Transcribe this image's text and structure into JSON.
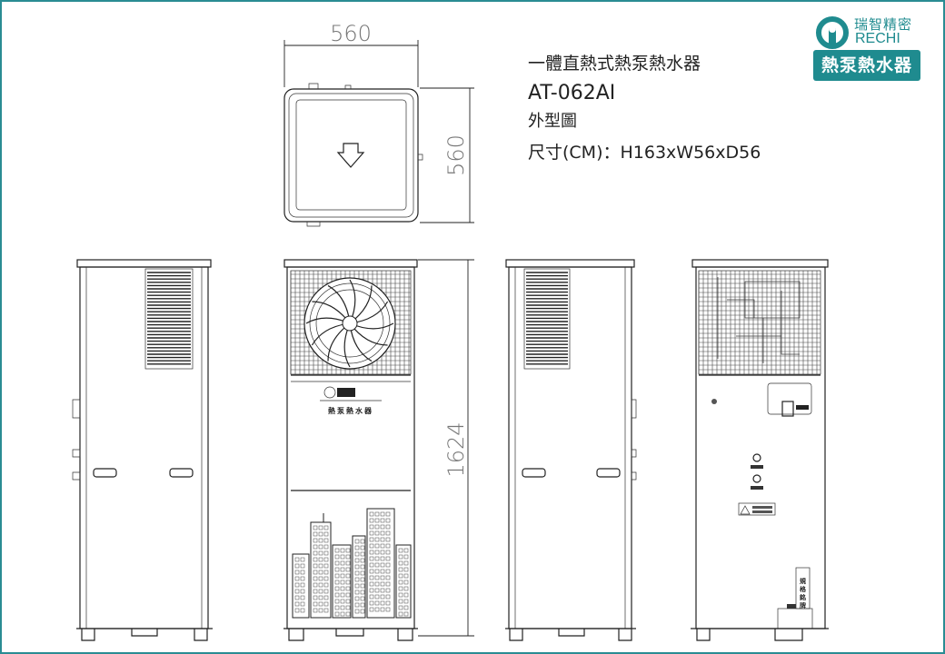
{
  "title": {
    "line1": "一體直熱式熱泵熱水器",
    "model": "AT-062AI",
    "subtitle": "外型圖",
    "dimensions": "尺寸(CM)：H163xW56xD56"
  },
  "logo": {
    "name_cn": "瑞智精密",
    "name_en": "RECHI",
    "badge": "熱泵熱水器"
  },
  "drawing": {
    "top_width": "560",
    "top_depth": "560",
    "height": "1624",
    "front_label": "熱泵熱水器",
    "nameplate_label": "規格銘牌"
  },
  "colors": {
    "brand": "#1f8b8f"
  }
}
